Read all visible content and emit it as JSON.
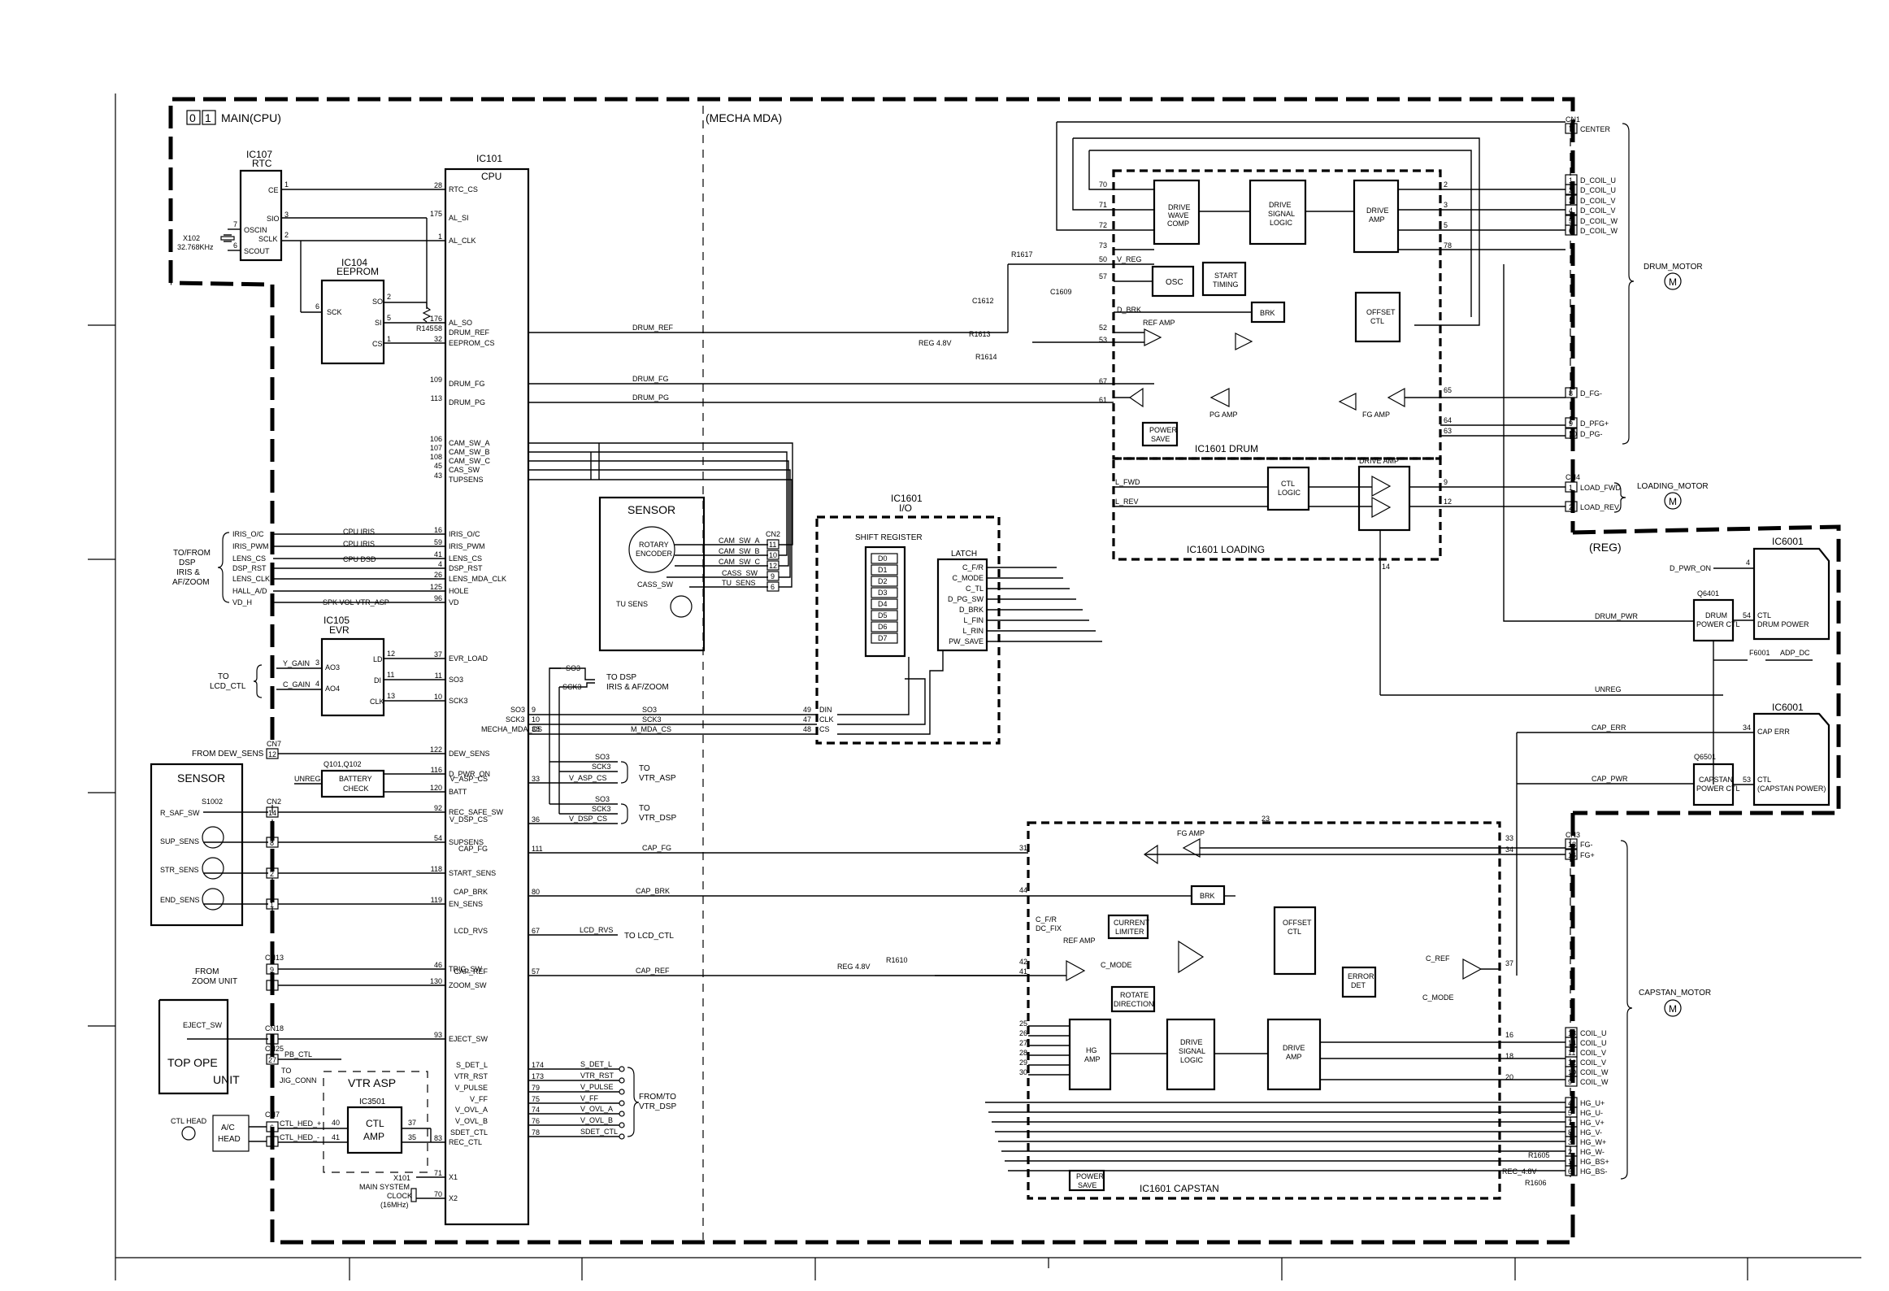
{
  "regions": {
    "main_num1": "0",
    "main_num2": "1",
    "main": "MAIN(CPU)",
    "mecha": "(MECHA MDA)",
    "reg": "(REG)"
  },
  "ic107": {
    "ref": "IC107",
    "name": "RTC",
    "pins": [
      "CE",
      "SIO",
      "OSCIN",
      "SCLK",
      "SCOUT"
    ],
    "nums": [
      "1",
      "3",
      "7",
      "2",
      "6"
    ]
  },
  "x102": {
    "ref": "X102",
    "freq": "32.768KHz"
  },
  "ic104": {
    "ref": "IC104",
    "name": "EEPROM",
    "pins": [
      "SCK",
      "SO",
      "SI",
      "CS"
    ],
    "nums": [
      "6",
      "2",
      "5",
      "1"
    ]
  },
  "r145": "R145",
  "ic101": {
    "ref": "IC101",
    "name": "CPU",
    "pins": [
      "RTC_CS",
      "AL_SI",
      "AL_CLK",
      "AL_SO",
      "EEPROM_CS",
      "DRUM_REF",
      "DRUM_FG",
      "DRUM_PG",
      "CAM_SW_A",
      "CAM_SW_B",
      "CAM_SW_C",
      "CAS_SW",
      "TUPSENS",
      "IRIS_O/C",
      "IRIS_PWM",
      "LENS_CS",
      "DSP_RST",
      "LENS_MDA_CLK",
      "HOLE",
      "VD",
      "EVR_LOAD",
      "SO3",
      "SCK3",
      "DEW_SENS",
      "D_PWR_ON",
      "BATT",
      "REC_SAFE_SW",
      "SUPSENS",
      "START_SENS",
      "EN_SENS",
      "TRIG_SW",
      "ZOOM_SW",
      "EJECT_SW",
      "REC_CTL",
      "X1",
      "X2",
      "V_ASP_CS",
      "V_DSP_CS",
      "CAP_FG",
      "CAP_BRK",
      "LCD_RVS",
      "CAP_REF",
      "S_DET_L",
      "VTR_RST",
      "V_PULSE",
      "V_FF",
      "V_OVL_A",
      "V_OVL_B",
      "SDET_CTL"
    ],
    "nums": [
      "28",
      "175",
      "1",
      "176",
      "32",
      "58",
      "109",
      "113",
      "106",
      "107",
      "108",
      "45",
      "43",
      "16",
      "59",
      "41",
      "4",
      "26",
      "125",
      "96",
      "37",
      "11",
      "10",
      "122",
      "116",
      "120",
      "92",
      "54",
      "118",
      "119",
      "46",
      "130",
      "93",
      "83",
      "71",
      "70",
      "33",
      "36",
      "111",
      "80",
      "67",
      "57",
      "174",
      "173",
      "79",
      "75",
      "74",
      "76",
      "78"
    ]
  },
  "cpu_sigs": [
    "CPU IRIS",
    "CPU IRIS",
    "CPU DSD",
    "SPK VOL VTR_ASP"
  ],
  "left_sigs": [
    "IRIS_O/C",
    "IRIS_PWM",
    "LENS_CS",
    "DSP_RST",
    "LENS_CLK",
    "HALL_A/D",
    "VD_H"
  ],
  "tofrom_dsp": [
    "TO/FROM",
    "DSP",
    "IRIS &",
    "AF/ZOOM"
  ],
  "ic105": {
    "ref": "IC105",
    "name": "EVR",
    "pins": [
      "AO3",
      "AO4",
      "LD",
      "DI",
      "CLK"
    ],
    "nums": [
      "3",
      "4",
      "12",
      "11",
      "13"
    ]
  },
  "gain_sigs": [
    "Y_GAIN",
    "C_GAIN"
  ],
  "to_lcd": [
    "TO",
    "LCD_CTL"
  ],
  "dew": {
    "label": "FROM DEW_SENS",
    "cn": "CN7",
    "pin": "12"
  },
  "battery": {
    "q": "Q101,Q102",
    "l1": "BATTERY",
    "l2": "CHECK",
    "unreg": "UNREG"
  },
  "sensor1": {
    "title": "SENSOR",
    "s1002": "S1002",
    "sigs": [
      "R_SAF_SW",
      "SUP_SENS",
      "STR_SENS",
      "END_SENS"
    ],
    "cn": "CN2",
    "pins": [
      "14",
      "8",
      "2",
      "1"
    ]
  },
  "zoom": {
    "l1": "FROM",
    "l2": "ZOOM UNIT",
    "cn": "CN13",
    "pins": [
      "9",
      "1"
    ]
  },
  "topope": {
    "sw": "EJECT_SW",
    "l1": "TOP OPE",
    "l2": "UNIT",
    "cn": "CN18",
    "pin": "5"
  },
  "cn25": {
    "cn": "CN25",
    "pin": "27",
    "sig": "PB_CTL",
    "l1": "TO",
    "l2": "JIG_CONN"
  },
  "vtrasp": {
    "title": "VTR ASP",
    "ic": "IC3501",
    "ctl": "CTL",
    "amp": "AMP",
    "nums": [
      "40",
      "41",
      "37",
      "35"
    ],
    "sigs": [
      "CTL_HED_+",
      "CTL_HED_-"
    ]
  },
  "ctlhead": {
    "label": "CTL HEAD",
    "l1": "A/C",
    "l2": "HEAD",
    "cn": "CN7",
    "pins": [
      "6",
      "5"
    ]
  },
  "x101": [
    "X101",
    "MAIN SYSTEM",
    "CLOCK",
    "(16MHz)"
  ],
  "sensor2": {
    "title": "SENSOR",
    "rotary1": "ROTARY",
    "rotary2": "ENCODER",
    "cass": "CASS_SW",
    "tu": "TU SENS",
    "sigs": [
      "CAM_SW_A",
      "CAM_SW_B",
      "CAM_SW_C",
      "CASS_SW",
      "TU_SENS"
    ],
    "cn": "CN2",
    "pins": [
      "11",
      "10",
      "12",
      "9",
      "6"
    ]
  },
  "mid_sigs": {
    "drum_ref": "DRUM_REF",
    "drum_fg": "DRUM_FG",
    "drum_pg": "DRUM_PG",
    "so3": "SO3",
    "sck3": "SCK3",
    "mmda": "M_MDA_CS",
    "cap_fg": "CAP_FG",
    "cap_brk": "CAP_BRK",
    "lcd_rvs": "LCD_RVS",
    "cap_ref": "CAP_REF",
    "v_asp_cs": "V_ASP_CS",
    "v_dsp_cs": "V_DSP_CS"
  },
  "so3_labels": [
    "SO3",
    "SCK3",
    "SO3",
    "SCK3",
    "MECHA_MDA_CS"
  ],
  "so3_nums": [
    "9",
    "10",
    "38"
  ],
  "to_dsp": [
    "TO DSP",
    "IRIS & AF/ZOOM"
  ],
  "to_vtr_asp": [
    "TO",
    "VTR_ASP"
  ],
  "to_vtr_dsp": [
    "TO",
    "VTR_DSP"
  ],
  "to_lcd_ctl": "TO LCD_CTL",
  "vtr_dsp_sigs": [
    "S_DET_L",
    "VTR_RST",
    "V_PULSE",
    "V_FF",
    "V_OVL_A",
    "V_OVL_B",
    "SDET_CTL"
  ],
  "fromto_vtr": [
    "FROM/TO",
    "VTR_DSP"
  ],
  "ic1601io": {
    "ref": "IC1601",
    "name": "I/O",
    "sr": "SHIFT REGISTER",
    "latch": "LATCH",
    "d": [
      "D0",
      "D1",
      "D2",
      "D3",
      "D4",
      "D5",
      "D6",
      "D7"
    ],
    "outs": [
      "C_F/R",
      "C_MODE",
      "C_TL",
      "D_PG_SW",
      "D_BRK",
      "L_FIN",
      "L_RIN",
      "PW_SAVE"
    ],
    "ins": [
      "DIN",
      "CLK",
      "CS"
    ],
    "nums": [
      "49",
      "47",
      "48"
    ]
  },
  "drum": {
    "title": "IC1601 DRUM",
    "dwc": [
      "DRIVE",
      "WAVE",
      "COMP"
    ],
    "dsl": [
      "DRIVE",
      "SIGNAL",
      "LOGIC"
    ],
    "amp": [
      "DRIVE",
      "AMP"
    ],
    "osc": "OSC",
    "start": [
      "START",
      "TIMING"
    ],
    "brk": "BRK",
    "offset": [
      "OFFSET",
      "CTL"
    ],
    "refamp": "REF AMP",
    "pgamp": "PG AMP",
    "fgamp": "FG AMP",
    "psave": [
      "POWER",
      "SAVE"
    ],
    "vreg": "V_REG",
    "dbrk": "D_BRK",
    "nums": [
      "70",
      "71",
      "72",
      "73",
      "50",
      "57",
      "52",
      "53",
      "67",
      "61",
      "2",
      "3",
      "5",
      "78",
      "65",
      "64",
      "63"
    ]
  },
  "drum_misc": {
    "r1617": "R1617",
    "c1609": "C1609",
    "c1612": "C1612",
    "r1613": "R1613",
    "r1614": "R1614",
    "reg": "REG 4.8V"
  },
  "cn1": {
    "cn": "CN1",
    "pins": [
      "7",
      "1",
      "2",
      "3",
      "4",
      "5",
      "6",
      "8",
      "9",
      "10"
    ],
    "sigs": [
      "CENTER",
      "D_COIL_U",
      "D_COIL_U",
      "D_COIL_V",
      "D_COIL_V",
      "D_COIL_W",
      "D_COIL_W",
      "D_FG-",
      "D_PFG+",
      "D_PG-"
    ]
  },
  "drum_motor": {
    "label": "DRUM_MOTOR",
    "m": "M"
  },
  "loading": {
    "title": "IC1601 LOADING",
    "ctl": [
      "CTL",
      "LOGIC"
    ],
    "amp": "DRIVE AMP",
    "lfwd": "L_FWD",
    "lrev": "L_REV",
    "nums": [
      "9",
      "12",
      "14"
    ]
  },
  "cn4": {
    "cn": "CN4",
    "pins": [
      "1",
      "2"
    ],
    "sigs": [
      "LOAD_FWD",
      "LOAD_REV"
    ]
  },
  "loading_motor": {
    "label": "LOADING_MOTOR",
    "m": "M"
  },
  "ic6001a": {
    "ref": "IC6001",
    "pin34": "4",
    "pin54": "54",
    "ctl1": "CTL",
    "ctl2": "DRUM POWER",
    "q": "Q6401",
    "qa": "DRUM",
    "qb": "POWER CTL",
    "pwron": "D_PWR_ON",
    "drum_pwr": "DRUM_PWR"
  },
  "f6001": {
    "ref": "F6001",
    "adp": "ADP_DC",
    "unreg": "UNREG"
  },
  "ic6001b": {
    "ref": "IC6001",
    "err": "CAP ERR",
    "ctl1": "CTL",
    "ctl2": "(CAPSTAN POWER)",
    "pins": [
      "34",
      "53"
    ],
    "q": "Q6501",
    "qa": "CAPSTAN",
    "qb": "POWER CTL",
    "cap_err": "CAP_ERR",
    "cap_pwr": "CAP_PWR"
  },
  "capstan": {
    "title": "IC1601 CAPSTAN",
    "fgamp": "FG AMP",
    "brk": "BRK",
    "refamp": "REF AMP",
    "cur": [
      "CURRENT",
      "LIMITER"
    ],
    "offset": [
      "OFFSET",
      "CTL"
    ],
    "err": [
      "ERROR",
      "DET"
    ],
    "rot": [
      "ROTATE",
      "DIRECTION"
    ],
    "hg": [
      "HG",
      "AMP"
    ],
    "dsl": [
      "DRIVE",
      "SIGNAL",
      "LOGIC"
    ],
    "amp": [
      "DRIVE",
      "AMP"
    ],
    "psave": [
      "POWER",
      "SAVE"
    ],
    "cfr": "C_F/R",
    "dcfix": "DC_FIX",
    "cmode": "C_MODE",
    "cref": "C_REF",
    "cmode2": "C_MODE",
    "reg": "REG 4.8V",
    "r1610": "R1610",
    "nums": [
      "23",
      "31",
      "44",
      "42",
      "41",
      "25",
      "26",
      "27",
      "28",
      "29",
      "30",
      "33",
      "34",
      "37",
      "16",
      "18",
      "20"
    ]
  },
  "cn3": {
    "cn": "CN3",
    "pins": [
      "18",
      "16",
      "13",
      "14",
      "11",
      "12",
      "10",
      "9",
      "4",
      "5",
      "7",
      "8",
      "3",
      "2",
      "1",
      "6"
    ],
    "sigs": [
      "FG-",
      "FG+",
      "COIL_U",
      "COIL_U",
      "COIL_V",
      "COIL_V",
      "COIL_W",
      "COIL_W",
      "HG_U+",
      "HG_U-",
      "HG_V+",
      "HG_V-",
      "HG_W+",
      "HG_W-",
      "HG_BS+",
      "HG_BS-"
    ]
  },
  "capstan_misc": {
    "r1605": "R1605",
    "r1606": "R1606",
    "reg": "REC_4.8V"
  },
  "capstan_motor": {
    "label": "CAPSTAN_MOTOR",
    "m": "M"
  }
}
